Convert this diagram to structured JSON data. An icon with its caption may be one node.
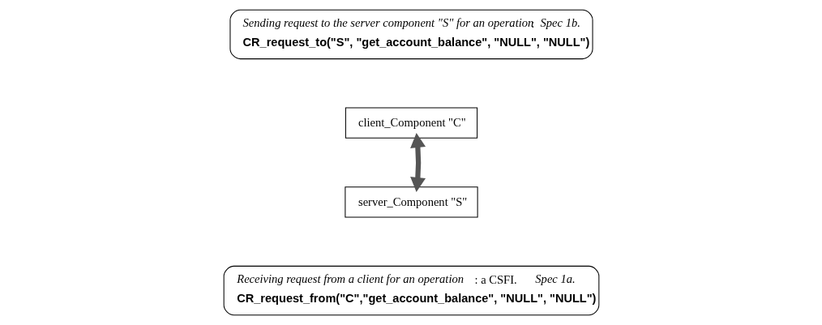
{
  "diagram": {
    "nodes": [
      {
        "text": [
          "*Sending request to the server component \"S\" for an operation*: *Spec 1b.*",
          "CR_request_to(\"S\", \"get_account_balance\", \"NULL\", \"NULL\")"
        ]
      },
      {
        "text": [
          "client_Component \"C\""
        ]
      },
      {
        "text": [
          "server_Component \"S\""
        ]
      },
      {
        "text": [
          "*Receiving request from a client for an operation*: a CSFI. *Spec 1a.*",
          "CR_request_from(\"C\",\"get_account_balance\", \"NULL\", \"NULL\")"
        ]
      }
    ],
    "edges": [
      {
        "from": 1,
        "to": 2,
        "arrow": "both",
        "color": "#555555"
      }
    ]
  }
}
